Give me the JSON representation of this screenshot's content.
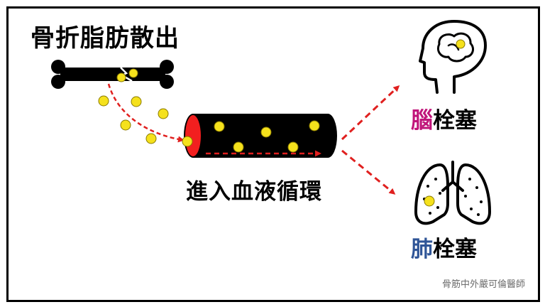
{
  "title": "骨折脂肪散出",
  "caption": "進入血液循環",
  "brain_label": {
    "highlight": "腦",
    "rest": "栓塞"
  },
  "lung_label": {
    "highlight": "肺",
    "rest": "栓塞"
  },
  "credit": "骨筋中外嚴可倫醫師",
  "colors": {
    "fat_droplet": "#f5e11c",
    "arrow": "#e0201f",
    "vessel_opening": "#f21f1f",
    "brain_highlight": "#c0157a",
    "lung_highlight": "#2f5597"
  },
  "icons": [
    "bone-icon",
    "blood-vessel-icon",
    "brain-head-icon",
    "lungs-icon"
  ]
}
